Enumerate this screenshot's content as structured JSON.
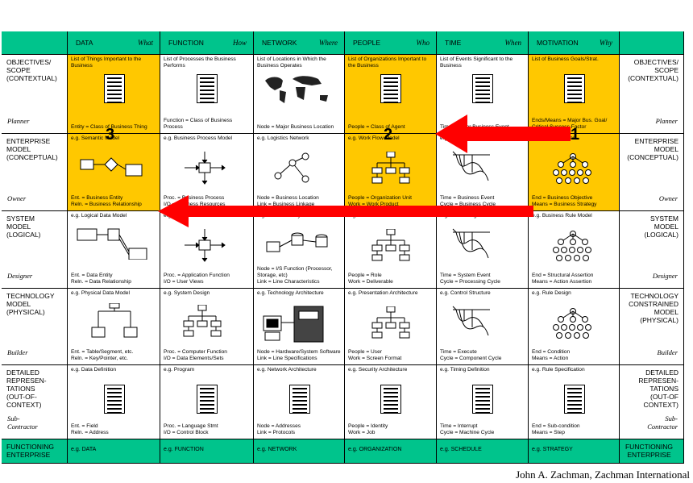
{
  "columns": [
    {
      "name": "DATA",
      "q": "What"
    },
    {
      "name": "FUNCTION",
      "q": "How"
    },
    {
      "name": "NETWORK",
      "q": "Where"
    },
    {
      "name": "PEOPLE",
      "q": "Who"
    },
    {
      "name": "TIME",
      "q": "When"
    },
    {
      "name": "MOTIVATION",
      "q": "Why"
    }
  ],
  "rows": [
    {
      "left": "OBJECTIVES/\nSCOPE\n(CONTEXTUAL)",
      "right": "OBJECTIVES/\nSCOPE\n(CONTEXTUAL)",
      "role": "Planner",
      "cells": [
        {
          "top": "List of Things Important to the Business",
          "bot": "Entity = Class of Business Thing"
        },
        {
          "top": "List of Processes the Business Performs",
          "bot": "Function = Class of Business Process"
        },
        {
          "top": "List of Locations in Which the Business Operates",
          "bot": "Node = Major Business Location"
        },
        {
          "top": "List of Organizations Important to the Business",
          "bot": "People = Class of Agent"
        },
        {
          "top": "List of Events Significant to the Business",
          "bot": "Time = Major Business Event"
        },
        {
          "top": "List of Business Goals/Strat.",
          "bot": "Ends/Means = Major Bus. Goal/ Critical Success Factor"
        }
      ]
    },
    {
      "left": "ENTERPRISE\nMODEL\n(CONCEPTUAL)",
      "right": "ENTERPRISE\nMODEL\n(CONCEPTUAL)",
      "role": "Owner",
      "cells": [
        {
          "top": "e.g. Semantic Model",
          "bot": "Ent. = Business Entity\nReln. = Business Relationship"
        },
        {
          "top": "e.g. Business Process Model",
          "bot": "Proc. = Business Process\nI/O = Business Resources"
        },
        {
          "top": "e.g. Logistics Network",
          "bot": "Node = Business Location\nLink = Business Linkage"
        },
        {
          "top": "e.g. Work Flow Model",
          "bot": "People = Organization Unit\nWork = Work Product"
        },
        {
          "top": "e.g. Master Schedule",
          "bot": "Time = Business Event\nCycle = Business Cycle"
        },
        {
          "top": "e.g. Business Plan",
          "bot": "End = Business Objective\nMeans = Business Strategy"
        }
      ]
    },
    {
      "left": "SYSTEM\nMODEL\n(LOGICAL)",
      "right": "SYSTEM\nMODEL\n(LOGICAL)",
      "role": "Designer",
      "cells": [
        {
          "top": "e.g. Logical Data Model",
          "bot": "Ent. = Data Entity\nReln. = Data Relationship"
        },
        {
          "top": "e.g. Application Architecture",
          "bot": "Proc. = Application Function\nI/O = User Views"
        },
        {
          "top": "e.g. Distributed System Architecture",
          "bot": "Node = I/S Function (Processor, Storage, etc)\nLink = Line Characteristics"
        },
        {
          "top": "e.g. Human Interface Architecture",
          "bot": "People = Role\nWork = Deliverable"
        },
        {
          "top": "e.g. Processing Structure",
          "bot": "Time = System Event\nCycle = Processing Cycle"
        },
        {
          "top": "e.g. Business Rule Model",
          "bot": "End = Structural Assertion\nMeans = Action Assertion"
        }
      ]
    },
    {
      "left": "TECHNOLOGY\nMODEL\n(PHYSICAL)",
      "right": "TECHNOLOGY\nCONSTRAINED\nMODEL\n(PHYSICAL)",
      "role": "Builder",
      "cells": [
        {
          "top": "e.g. Physical Data Model",
          "bot": "Ent. = Table/Segment, etc.\nReln. = Key/Pointer, etc."
        },
        {
          "top": "e.g. System Design",
          "bot": "Proc. = Computer Function\nI/O = Data Elements/Sets"
        },
        {
          "top": "e.g. Technology Architecture",
          "bot": "Node = Hardware/System Software\nLink = Line Specifications"
        },
        {
          "top": "e.g. Presentation Architecture",
          "bot": "People = User\nWork = Screen Format"
        },
        {
          "top": "e.g. Control Structure",
          "bot": "Time = Execute\nCycle = Component Cycle"
        },
        {
          "top": "e.g. Rule Design",
          "bot": "End = Condition\nMeans = Action"
        }
      ]
    },
    {
      "left": "DETAILED\nREPRESEN-\nTATIONS\n(OUT-OF-\nCONTEXT)",
      "right": "DETAILED\nREPRESEN-\nTATIONS\n(OUT-OF\nCONTEXT)",
      "role": "Sub-\nContractor",
      "cells": [
        {
          "top": "e.g. Data Definition",
          "bot": "Ent. = Field\nReln. = Address"
        },
        {
          "top": "e.g. Program",
          "bot": "Proc. = Language Stmt\nI/O = Control Block"
        },
        {
          "top": "e.g. Network Architecture",
          "bot": "Node = Addresses\nLink = Protocols"
        },
        {
          "top": "e.g. Security Architecture",
          "bot": "People = Identity\nWork = Job"
        },
        {
          "top": "e.g. Timing Definition",
          "bot": "Time = Interrupt\nCycle = Machine Cycle"
        },
        {
          "top": "e.g. Rule Specification",
          "bot": "End = Sub-condition\nMeans = Step"
        }
      ]
    }
  ],
  "footer": {
    "left": "FUNCTIONING\nENTERPRISE",
    "right": "FUNCTIONING\nENTERPRISE",
    "cells": [
      "e.g. DATA",
      "e.g. FUNCTION",
      "e.g. NETWORK",
      "e.g. ORGANIZATION",
      "e.g. SCHEDULE",
      "e.g. STRATEGY"
    ]
  },
  "markers": [
    "1",
    "2",
    "3"
  ],
  "credit": "John A. Zachman, Zachman International",
  "colors": {
    "header": "#00c48c",
    "highlight": "#ffc800",
    "arrow": "#ff0000"
  }
}
